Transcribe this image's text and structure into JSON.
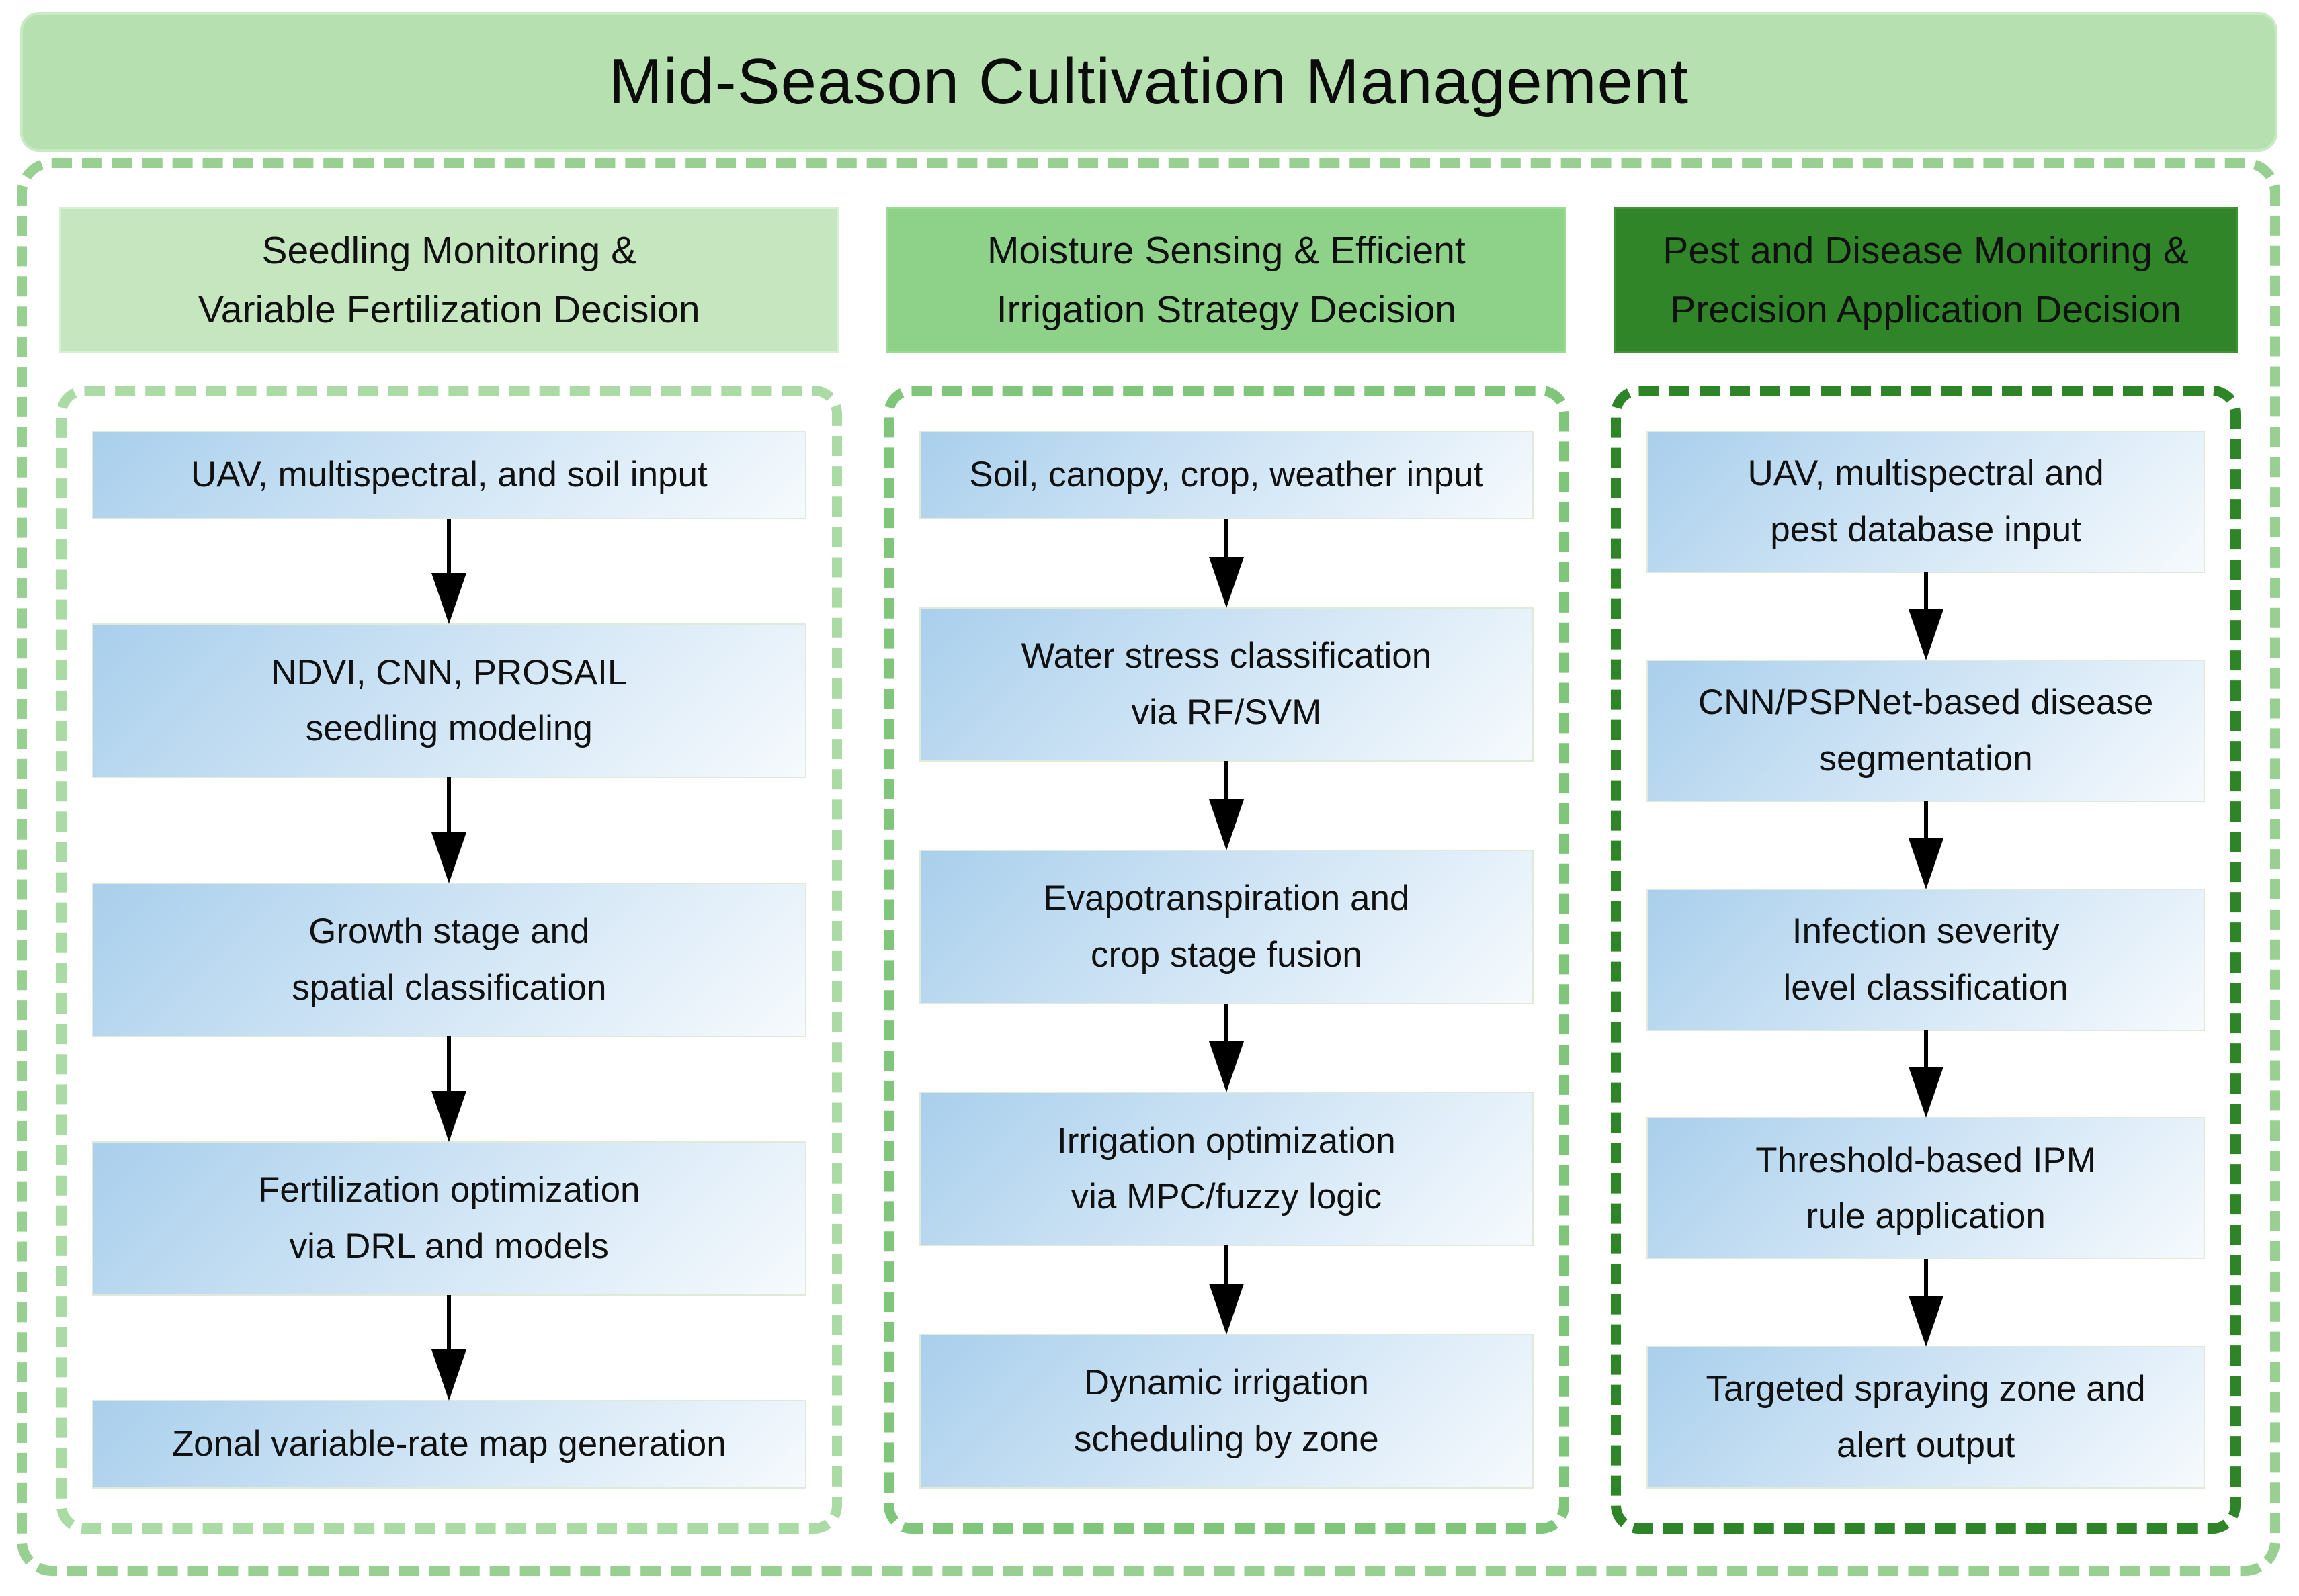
{
  "title": "Mid-Season Cultivation Management",
  "colors": {
    "title_bg": "#b7e0b1",
    "outer_frame_border": "#97d090",
    "column1_header_bg": "#c5e6bf",
    "column1_frame_border": "#abdba4",
    "column2_header_bg": "#8ed189",
    "column2_frame_border": "#7fc67a",
    "column3_header_bg": "#2f8528",
    "column3_frame_border": "#2e8527",
    "box_gradient_start": "#a9cfec",
    "box_gradient_end": "#f6fafd",
    "box_border": "#dfeadb",
    "arrow_color": "#000000",
    "text_color": "#111111"
  },
  "columns": [
    {
      "name": "seedling-monitoring-variable-fertilization",
      "header_lines": [
        "Seedling Monitoring &",
        "Variable Fertilization Decision"
      ],
      "steps": [
        {
          "lines": [
            "UAV, multispectral, and soil input"
          ]
        },
        {
          "lines": [
            "NDVI, CNN, PROSAIL",
            "seedling modeling"
          ]
        },
        {
          "lines": [
            "Growth stage and",
            "spatial classification"
          ]
        },
        {
          "lines": [
            "Fertilization optimization",
            "via DRL and models"
          ]
        },
        {
          "lines": [
            "Zonal variable-rate map generation"
          ]
        }
      ]
    },
    {
      "name": "moisture-sensing-efficient-irrigation",
      "header_lines": [
        "Moisture Sensing & Efficient",
        "Irrigation Strategy Decision"
      ],
      "steps": [
        {
          "lines": [
            "Soil, canopy, crop, weather input"
          ]
        },
        {
          "lines": [
            "Water stress classification",
            "via RF/SVM"
          ]
        },
        {
          "lines": [
            "Evapotranspiration and",
            "crop stage fusion"
          ]
        },
        {
          "lines": [
            "Irrigation optimization",
            "via MPC/fuzzy logic"
          ]
        },
        {
          "lines": [
            "Dynamic irrigation",
            "scheduling by zone"
          ]
        }
      ]
    },
    {
      "name": "pest-disease-monitoring-precision-application",
      "header_lines": [
        "Pest and Disease Monitoring &",
        "Precision Application Decision"
      ],
      "steps": [
        {
          "lines": [
            "UAV, multispectral and",
            "pest database input"
          ]
        },
        {
          "lines": [
            "CNN/PSPNet-based disease",
            "segmentation"
          ]
        },
        {
          "lines": [
            "Infection severity",
            "level classification"
          ]
        },
        {
          "lines": [
            "Threshold-based IPM",
            "rule application"
          ]
        },
        {
          "lines": [
            "Targeted spraying zone and",
            "alert output"
          ]
        }
      ]
    }
  ]
}
